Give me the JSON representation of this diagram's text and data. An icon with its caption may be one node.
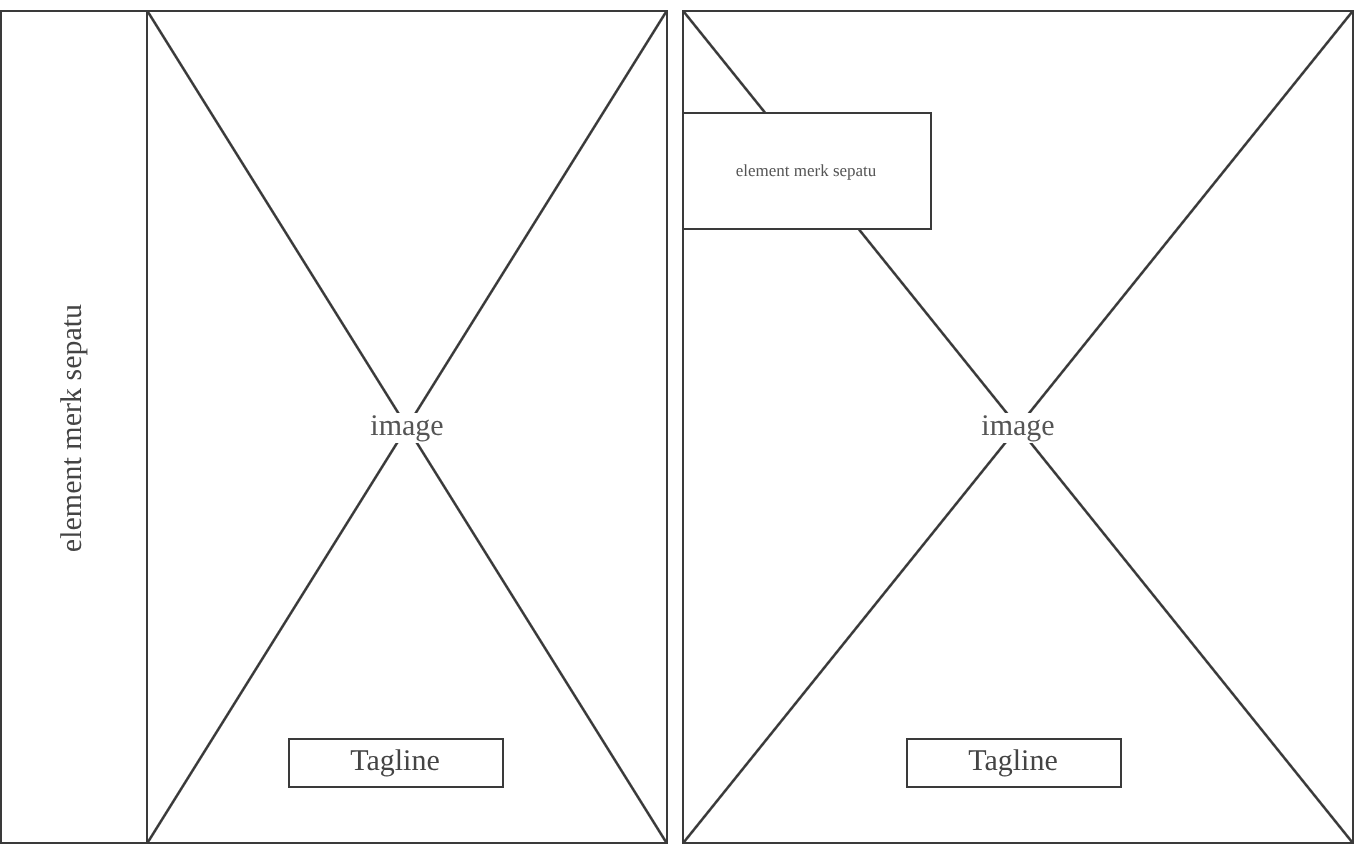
{
  "diagram": {
    "nodes": [
      {
        "text": [
          "element merk sepatu"
        ]
      },
      {
        "text": [
          "image"
        ]
      },
      {
        "text": [
          "Tagline"
        ],
        "in": 1
      },
      {
        "text": [
          "image"
        ]
      },
      {
        "text": [
          "element merk sepatu"
        ],
        "in": 3
      },
      {
        "text": [
          "Tagline"
        ],
        "in": 3
      }
    ]
  }
}
